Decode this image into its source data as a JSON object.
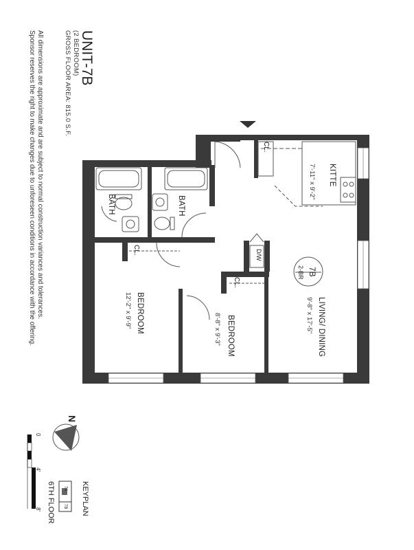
{
  "header": {
    "unit_title": "UNIT-7B",
    "bedrooms": "(2 BEDROOM)",
    "gross_area": "GROSS FLOOR AREA: 815.0 S.F.",
    "disclaimer_line1": "All dimensions are approximate and are subject to normal construction variances and tolerances.",
    "disclaimer_line2": "Sponsor reserves the right to make changes due to unforeseen conditions in accordance with the offering."
  },
  "rooms": {
    "kitchen": {
      "label": "KITTE",
      "dims": "7'-11\" x 9'-2\""
    },
    "living": {
      "label": "LIVING/ DINING",
      "dims": "9'-8\" x 17'-5\""
    },
    "bedroom_small": {
      "label": "BEDROOM",
      "dims": "8'-8\" x 9'-3\""
    },
    "bedroom_large": {
      "label": "BEDROOM",
      "dims": "12'-2\" x 9'-9\""
    },
    "bath_1": {
      "label": "BATH"
    },
    "bath_2": {
      "label": "BATH"
    },
    "closet_kitchen": {
      "label": "CL."
    },
    "closet_bath": {
      "label": "CL."
    },
    "closet_bedroom": {
      "label": "CL."
    },
    "dw": {
      "label": "D/W"
    }
  },
  "badge": {
    "unit": "7B",
    "type": "2-BR"
  },
  "compass": {
    "label": "N"
  },
  "scale": {
    "tick_0": "0",
    "tick_4": "4'",
    "tick_8": "8'"
  },
  "keyplan": {
    "title": "KEYPLAN",
    "floor": "6TH FLOOR",
    "unit_a": "7A",
    "unit_b": "7B"
  }
}
